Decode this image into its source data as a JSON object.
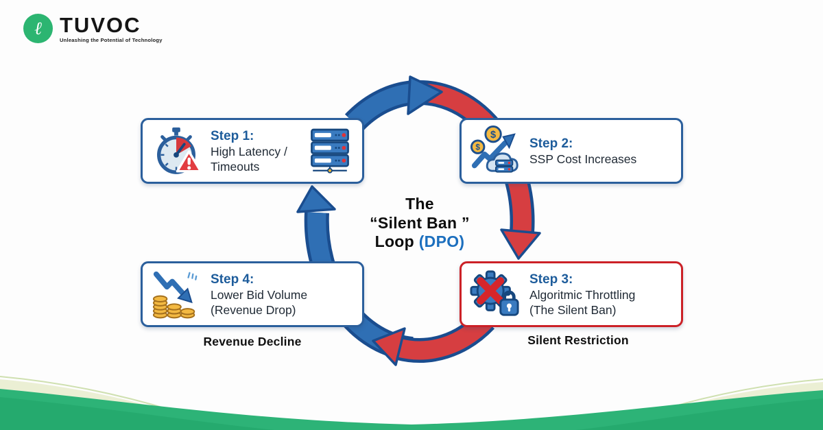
{
  "logo": {
    "name": "TUVOC",
    "tagline": "Unleashing the Potential of Technology",
    "mark": "ℓ"
  },
  "title": {
    "line1": "The",
    "line2": "“Silent Ban ”",
    "line3": "Loop ",
    "highlight": "(DPO)"
  },
  "steps": [
    {
      "label": "Step 1:",
      "lines": [
        "High Latency /",
        "Timeouts"
      ]
    },
    {
      "label": "Step 2:",
      "lines": [
        "SSP Cost Increases"
      ]
    },
    {
      "label": "Step 3:",
      "lines": [
        "Algoritmic Throttling",
        "(The Silent Ban)"
      ]
    },
    {
      "label": "Step 4:",
      "lines": [
        "Lower Bid Volume",
        "(Revenue Drop)"
      ]
    }
  ],
  "captions": {
    "revenue": "Revenue Decline",
    "restriction": "Silent Restriction"
  },
  "icons": {
    "dollar_sign": "$"
  },
  "colors": {
    "arrow_blue": "#2f6fb4",
    "arrow_red": "#d63e41",
    "outline_navy": "#1a4d8f",
    "box_border_blue": "#2b5f9c",
    "box_border_red": "#cc2127",
    "step_label_blue": "#1d5c9b",
    "brand_green": "#2cb571",
    "dpo_blue": "#1c6fbe"
  }
}
